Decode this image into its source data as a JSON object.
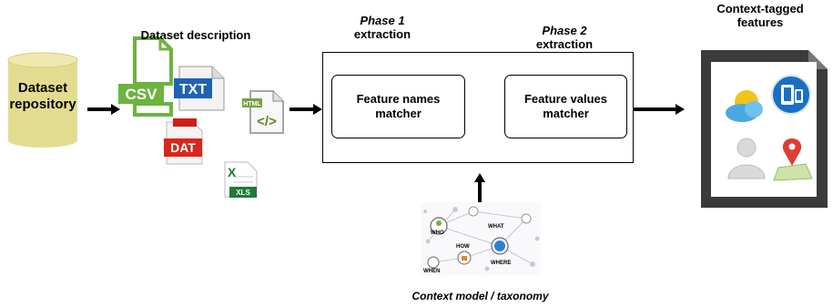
{
  "labels": {
    "dataset_description": "Dataset description",
    "phase1_title": "Phase 1",
    "phase1_sub": "extraction",
    "phase2_title": "Phase 2",
    "phase2_sub": "extraction",
    "context_tagged_line1": "Context-tagged",
    "context_tagged_line2": "features",
    "context_model": "Context model / taxonomy"
  },
  "repository": {
    "line1": "Dataset",
    "line2": "repository"
  },
  "boxes": {
    "feature_names_line1": "Feature names",
    "feature_names_line2": "matcher",
    "feature_values_line1": "Feature values",
    "feature_values_line2": "matcher"
  },
  "file_icons": {
    "csv": "CSV",
    "txt": "TXT",
    "dat": "DAT",
    "xls": "XLS",
    "xls_letter": "X",
    "html_tag": "HTML",
    "html_code": "</>"
  },
  "taxonomy_words": {
    "who": "WHO",
    "what": "WHAT",
    "how": "HOW",
    "where": "WHERE",
    "when": "WHEN"
  },
  "colors": {
    "repository": "#e3dc90",
    "csv": "#6db33f",
    "txt": "#1e63b6",
    "dat": "#d9261c",
    "xls": "#1f7a3c",
    "device": "#1a6fc4",
    "pin": "#e03c31"
  }
}
